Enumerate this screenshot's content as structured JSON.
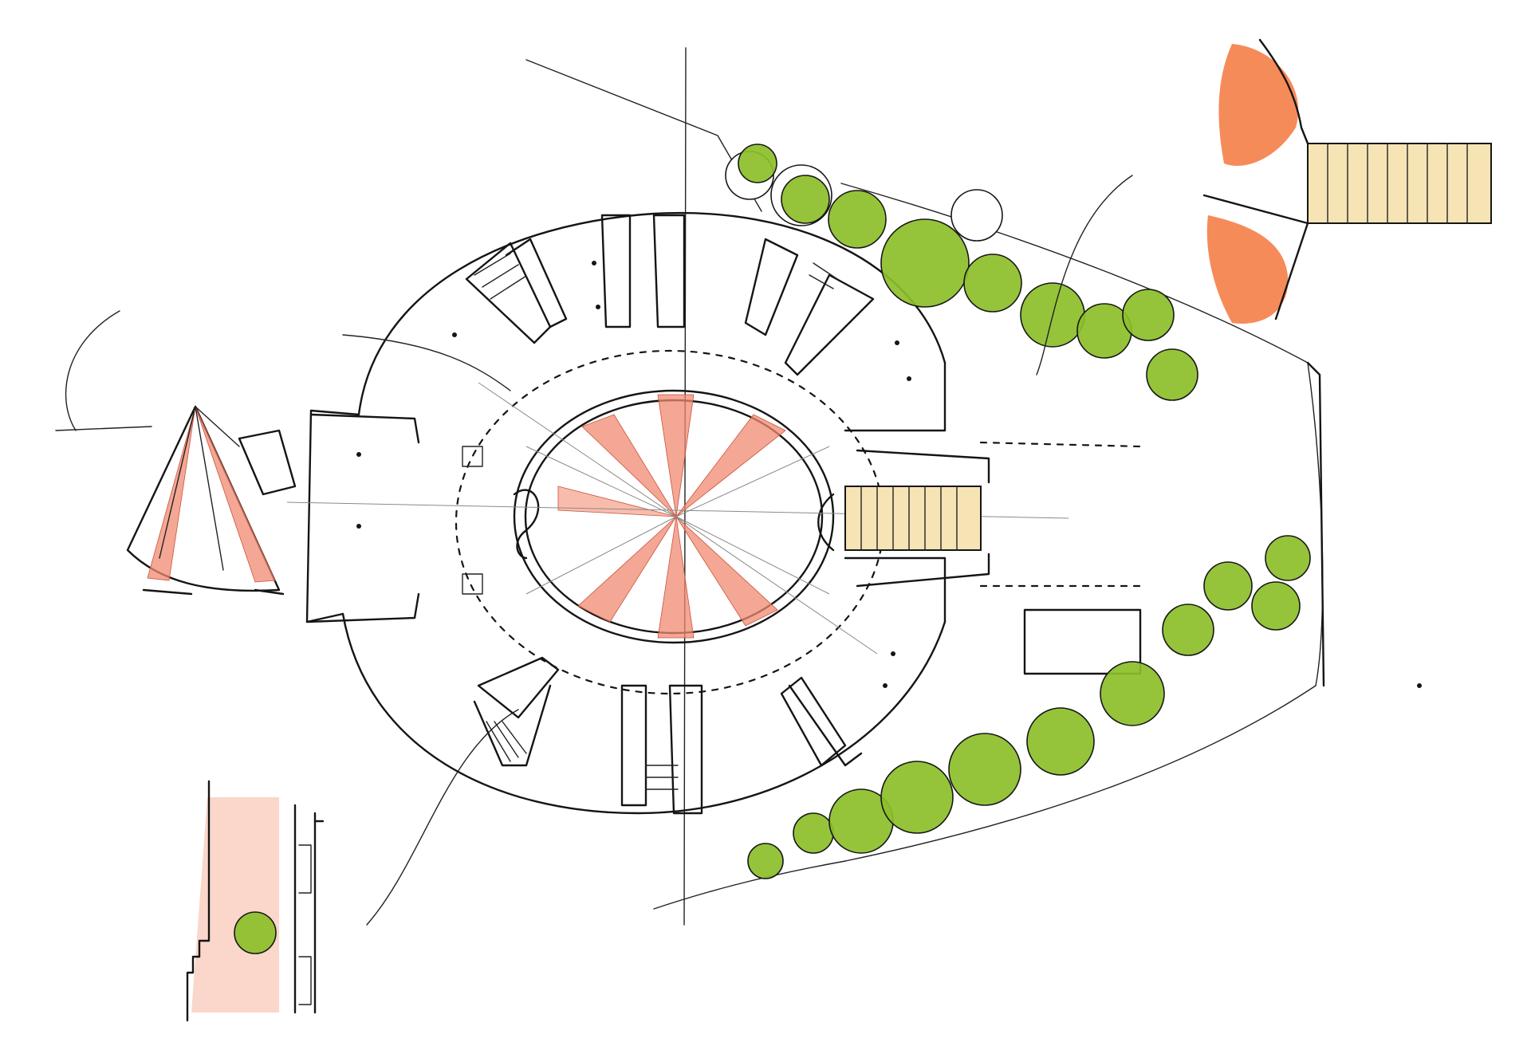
{
  "sketch": {
    "colors": {
      "ink": "#151515",
      "vegetation": "#8cbf2a",
      "accent_terracotta": "#f08a70",
      "accent_orange": "#f4773d",
      "wood_deck": "#f6e4b5"
    },
    "annotations": [
      {
        "id": "note-area-interna",
        "text": ""
      },
      {
        "id": "note-creare-collegamento",
        "text": ""
      },
      {
        "id": "note-legno-passerella",
        "text": ""
      },
      {
        "id": "note-aree-verso-cielo",
        "text": ""
      },
      {
        "id": "note-cinematica",
        "text": ""
      },
      {
        "id": "note-sedute-pavimento",
        "text": ""
      },
      {
        "id": "note-disegno-ellisse",
        "text": ""
      }
    ]
  }
}
